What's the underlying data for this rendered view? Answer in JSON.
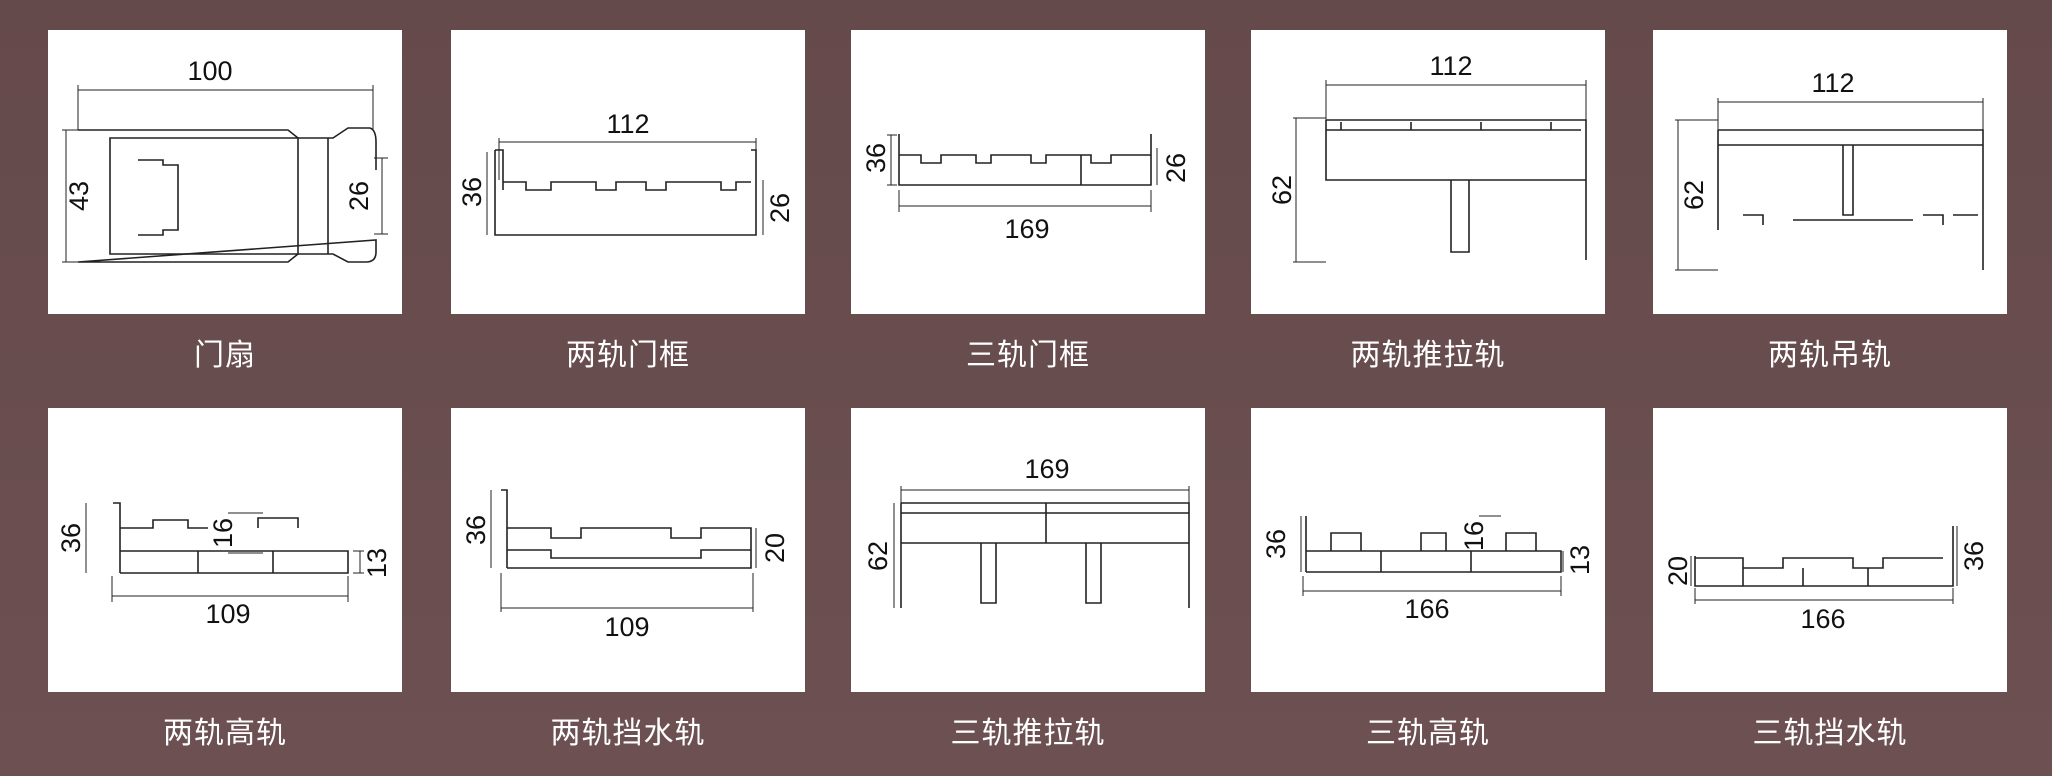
{
  "products": [
    {
      "name": "门扇",
      "dims": [
        "100",
        "43",
        "26"
      ]
    },
    {
      "name": "两轨门框",
      "dims": [
        "112",
        "36",
        "26"
      ]
    },
    {
      "name": "三轨门框",
      "dims": [
        "36",
        "26",
        "169"
      ]
    },
    {
      "name": "两轨推拉轨",
      "dims": [
        "112",
        "62"
      ]
    },
    {
      "name": "两轨吊轨",
      "dims": [
        "112",
        "62"
      ]
    },
    {
      "name": "两轨高轨",
      "dims": [
        "36",
        "16",
        "13",
        "109"
      ]
    },
    {
      "name": "两轨挡水轨",
      "dims": [
        "36",
        "20",
        "109"
      ]
    },
    {
      "name": "三轨推拉轨",
      "dims": [
        "169",
        "62"
      ]
    },
    {
      "name": "三轨高轨",
      "dims": [
        "36",
        "16",
        "13",
        "166"
      ]
    },
    {
      "name": "三轨挡水轨",
      "dims": [
        "20",
        "36",
        "166"
      ]
    }
  ]
}
